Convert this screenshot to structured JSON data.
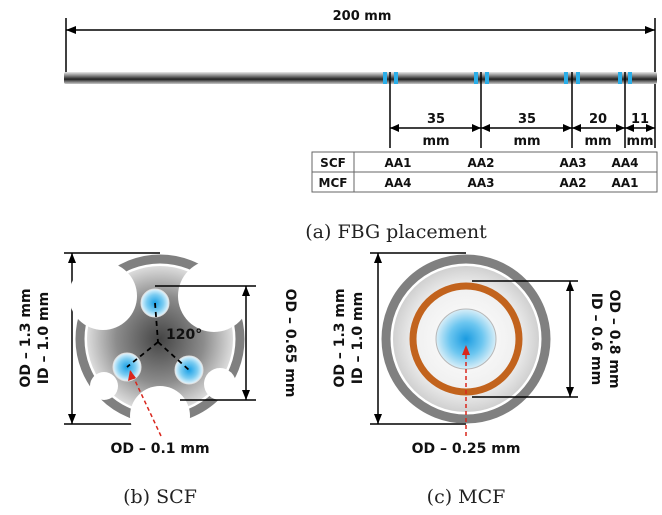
{
  "top": {
    "total_length": "200 mm",
    "segments": [
      {
        "num": "35",
        "unit": "mm"
      },
      {
        "num": "35",
        "unit": "mm"
      },
      {
        "num": "20",
        "unit": "mm"
      },
      {
        "num": "11",
        "unit": "mm"
      }
    ],
    "table": {
      "rows": [
        {
          "fiber": "SCF",
          "cells": [
            "AA1",
            "AA2",
            "AA3",
            "AA4"
          ]
        },
        {
          "fiber": "MCF",
          "cells": [
            "AA4",
            "AA3",
            "AA2",
            "AA1"
          ]
        }
      ]
    },
    "caption": "(a) FBG placement"
  },
  "scf": {
    "od_outer": "OD – 1.3 mm",
    "id_outer": "ID – 1.0 mm",
    "od_inner": "OD – 0.65 mm",
    "angle": "120°",
    "core_od": "OD – 0.1 mm",
    "caption": "(b) SCF"
  },
  "mcf": {
    "od_outer": "OD – 1.3 mm",
    "id_outer": "ID – 1.0 mm",
    "od_ring": "OD – 0.8 mm",
    "id_ring": "ID – 0.6 mm",
    "core_od": "OD – 0.25 mm",
    "caption": "(c) MCF"
  },
  "colors": {
    "tube": "#808080",
    "fbg": "#2aaee8",
    "ring": "#c2631d",
    "pointer": "#d9261c"
  }
}
